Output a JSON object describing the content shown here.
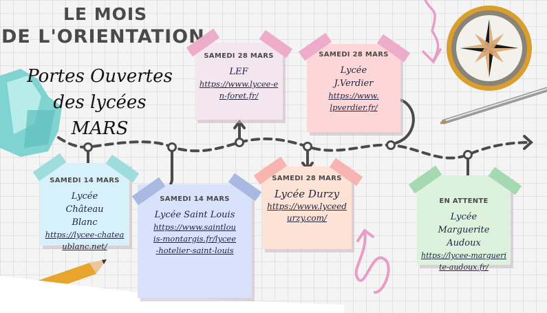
{
  "header": {
    "title_line1": "Le mois",
    "title_line2": "de l'orientation",
    "subtitle_lines": [
      "Portes Ouvertes",
      "des lycées",
      "MARS"
    ]
  },
  "events": [
    {
      "id": "lef",
      "date": "Samedi 28 Mars",
      "name": "LEF",
      "url": "https://www.lycee-en-foret.fr/",
      "color": "#f3e6ee",
      "tape": "#eeaccb"
    },
    {
      "id": "verdier",
      "date": "Samedi 28 Mars",
      "name": "Lycée J.Verdier",
      "url": "https://www.lpverdier.fr/",
      "color": "#fdd7d7",
      "tape": "#eeaccb"
    },
    {
      "id": "chateau-blanc",
      "date": "Samedi 14 Mars",
      "name": "Lycée Château Blanc",
      "url": "https://lycee-chateaublanc.net/",
      "color": "#d7f1fb",
      "tape": "#9fdcdc"
    },
    {
      "id": "saint-louis",
      "date": "Samedi 14 Mars",
      "name": "Lycée Saint Louis",
      "url": "https://www.saintlouis-montargis.fr/lycee-hotelier-saint-louis",
      "color": "#d8e3fb",
      "tape": "#a9b9e2"
    },
    {
      "id": "durzy",
      "date": "Samedi 28 Mars",
      "name": "Lycée Durzy",
      "url": "https://www.lyceedurzy.com/",
      "color": "#fde3d6",
      "tape": "#f7b4b0"
    },
    {
      "id": "audoux",
      "date": "En attente",
      "name": "Lycée Marguerite Audoux",
      "url": "https://lycee-marguerite-audoux.fr/",
      "color": "#dcf2dc",
      "tape": "#a4d9b2"
    }
  ],
  "colors": {
    "ink": "#4a4a4a",
    "pink_doodle": "#e89cc6"
  }
}
